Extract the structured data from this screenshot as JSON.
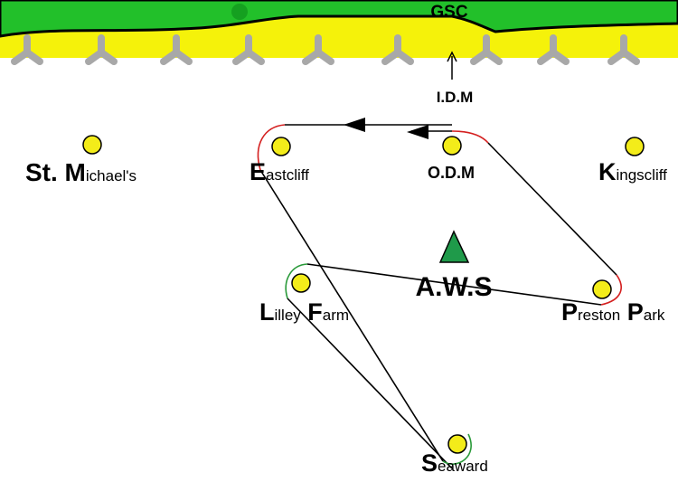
{
  "header": {
    "label": "GSC"
  },
  "arrow_label": "I.D.M",
  "center_marker": {
    "label": "A.W.S",
    "color": "#1f9a4a"
  },
  "colors": {
    "grass": "#22c02a",
    "sand": "#f5f20a",
    "marker_fill": "#f3ec1a",
    "track": "#000000",
    "turn_red": "#d42020",
    "turn_green": "#2a9a3a",
    "groyne": "#a8a8a8"
  },
  "stations": [
    {
      "id": "st-michaels",
      "label": "St. Michael's"
    },
    {
      "id": "eastcliff",
      "label": "Eastcliff"
    },
    {
      "id": "odm",
      "label": "O.D.M"
    },
    {
      "id": "kingscliff",
      "label": "Kingscliff"
    },
    {
      "id": "lilley-farm",
      "label": "Lilley Farm"
    },
    {
      "id": "preston-park",
      "label": "Preston Park"
    },
    {
      "id": "seaward",
      "label": "Seaward"
    }
  ]
}
